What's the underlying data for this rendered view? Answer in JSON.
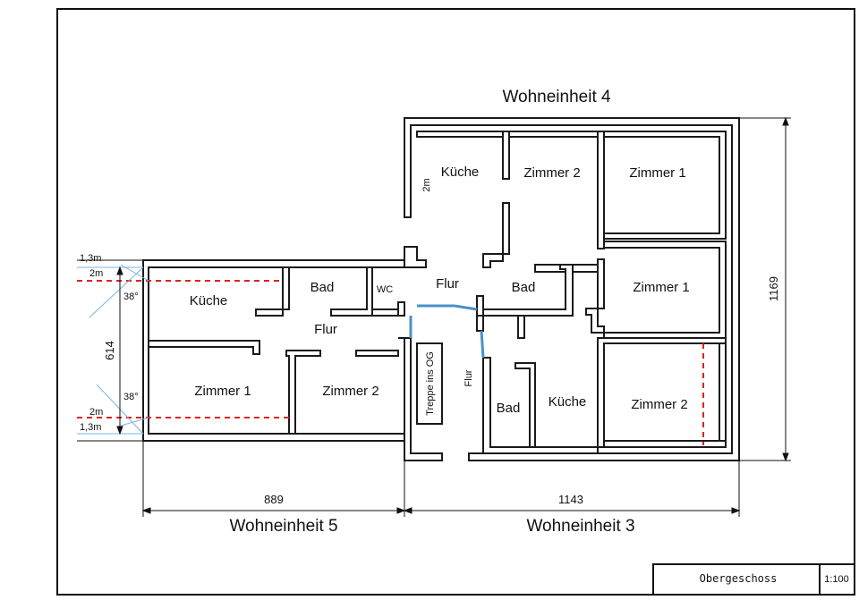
{
  "units": {
    "wohneinheit4": "Wohneinheit 4",
    "wohneinheit5": "Wohneinheit 5",
    "wohneinheit3": "Wohneinheit 3"
  },
  "rooms": {
    "we4_kueche": "Küche",
    "we4_zimmer2": "Zimmer 2",
    "we4_zimmer1": "Zimmer 1",
    "we4_flur": "Flur",
    "we4_bad": "Bad",
    "we4_wc": "WC",
    "we3_zimmer1_upper": "Zimmer 1",
    "we5_kueche": "Küche",
    "we5_bad": "Bad",
    "we5_flur": "Flur",
    "we5_zimmer1": "Zimmer 1",
    "we5_zimmer2": "Zimmer 2",
    "treppe": "Treppe ins OG",
    "we3_flur": "Flur",
    "we3_bad": "Bad",
    "we3_kueche": "Küche",
    "we3_zimmer2": "Zimmer 2"
  },
  "dimensions": {
    "d889": "889",
    "d1143": "1143",
    "d614": "614",
    "d1169": "1169",
    "h2m_kueche": "2m",
    "h13_top": "1,3m",
    "h2_top": "2m",
    "angle_top": "38°",
    "angle_bottom": "38°",
    "h2_bottom": "2m",
    "h13_bottom": "1,3m"
  },
  "title_block": {
    "name": "Obergeschoss",
    "scale": "1:100"
  },
  "colors": {
    "wall": "#1a1a1a",
    "slope_line": "#e0201c",
    "connection_line": "#4a90c8",
    "helper_line": "#7ab3e0"
  }
}
